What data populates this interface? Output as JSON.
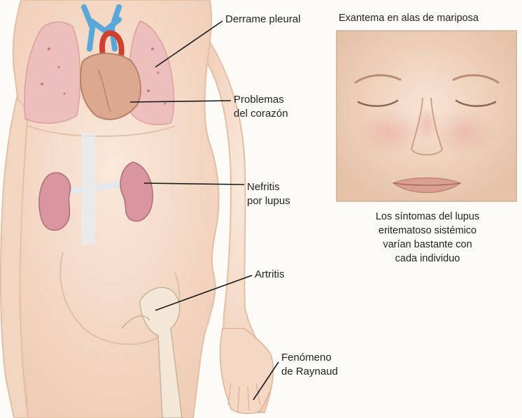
{
  "labels": {
    "derrame_pleural": "Derrame pleural",
    "problemas_corazon": "Problemas\ndel corazón",
    "nefritis_lupus": "Nefritis\npor lupus",
    "artritis": "Artritis",
    "raynaud": "Fenómeno\nde Raynaud"
  },
  "face_panel": {
    "title": "Exantema en alas de mariposa",
    "caption": "Los síntomas del lupus\neritematoso sistémico\nvarían bastante con\ncada individuo"
  },
  "colors": {
    "skin": "#f6dcc8",
    "skin_shadow": "#e9c2a8",
    "lung": "#eab5b5",
    "heart": "#d8a088",
    "kidney": "#d796a0",
    "vessel_blue": "#5aa8d8",
    "vessel_red": "#d04030",
    "bone": "#f3e8d8",
    "leader_line": "#1a1a1a"
  }
}
